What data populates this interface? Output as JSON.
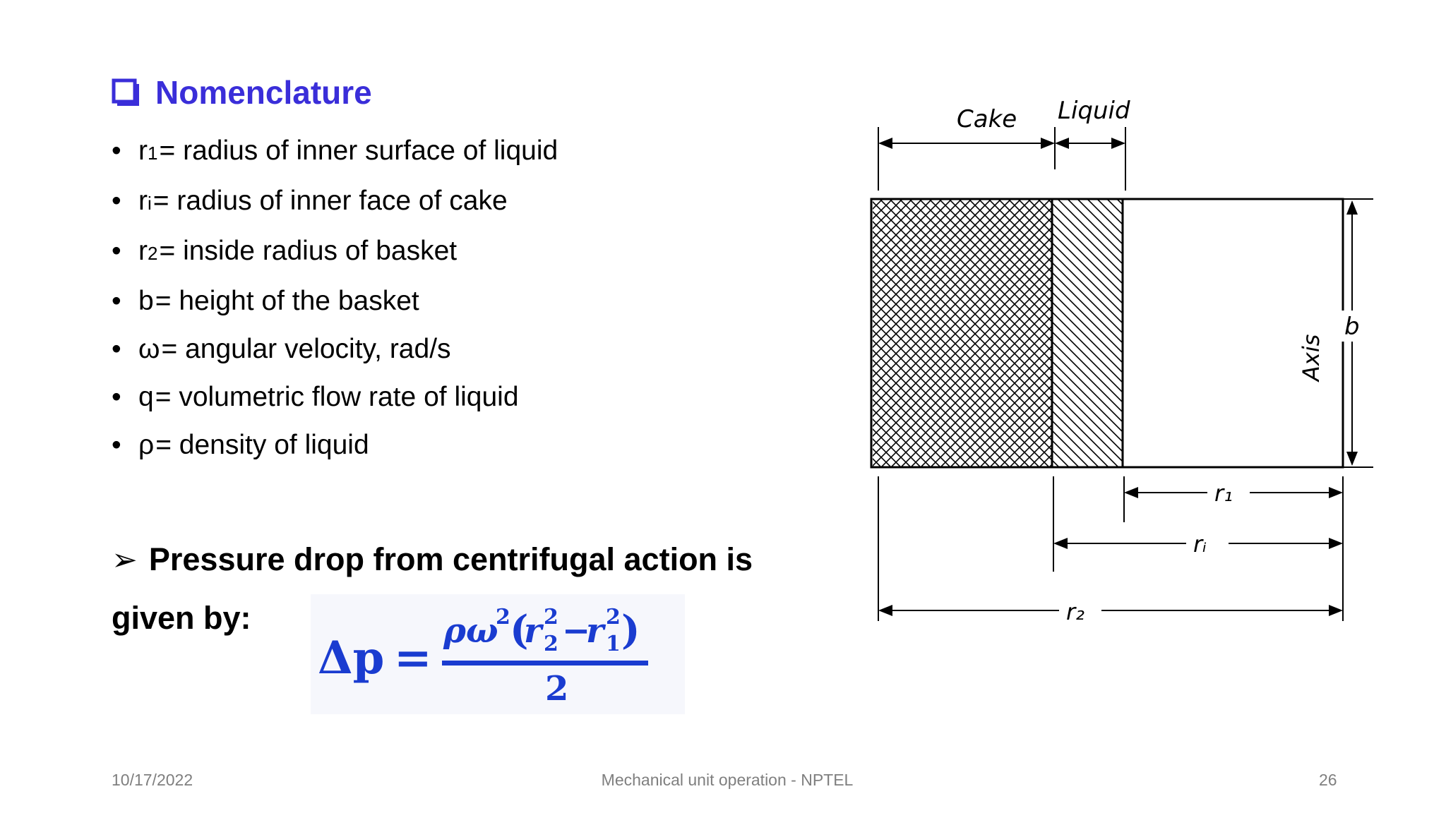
{
  "heading": {
    "title": "Nomenclature"
  },
  "nomenclature": [
    {
      "symbol": "r",
      "subscript": "1",
      "definition": " = radius of inner surface of liquid"
    },
    {
      "symbol": "r",
      "subscript": "i",
      "definition": " = radius of inner face of cake"
    },
    {
      "symbol": "r",
      "subscript": "2",
      "definition": " = inside radius of basket"
    },
    {
      "symbol": "b",
      "subscript": "",
      "definition": " = height of the basket"
    },
    {
      "symbol": "ω",
      "subscript": "",
      "definition": " = angular velocity, rad/s"
    },
    {
      "symbol": "q",
      "subscript": "",
      "definition": " = volumetric flow rate of liquid"
    },
    {
      "symbol": "ρ",
      "subscript": "",
      "definition": " = density of liquid"
    }
  ],
  "statement": {
    "text": "Pressure drop from centrifugal action is given by:"
  },
  "formula": {
    "lhs": "Δp",
    "equals": "=",
    "numerator_rho_omega": "ρω",
    "exp2": "2",
    "open_paren": "(",
    "r": "r",
    "sub2": "2",
    "minus": "−",
    "sub1": "1",
    "close_paren": ")",
    "denominator": "2",
    "color": "#1a3cd0"
  },
  "diagram": {
    "label_cake": "Cake",
    "label_liquid": "Liquid",
    "label_axis": "Axis",
    "label_b": "b",
    "label_r1": "r₁",
    "label_ri": "rᵢ",
    "label_r2": "r₂"
  },
  "footer": {
    "date": "10/17/2022",
    "source": "Mechanical unit operation - NPTEL",
    "page": "26"
  },
  "colors": {
    "heading": "#3a2ed9",
    "footer": "#7f7f7f",
    "formula": "#1a3cd0"
  }
}
